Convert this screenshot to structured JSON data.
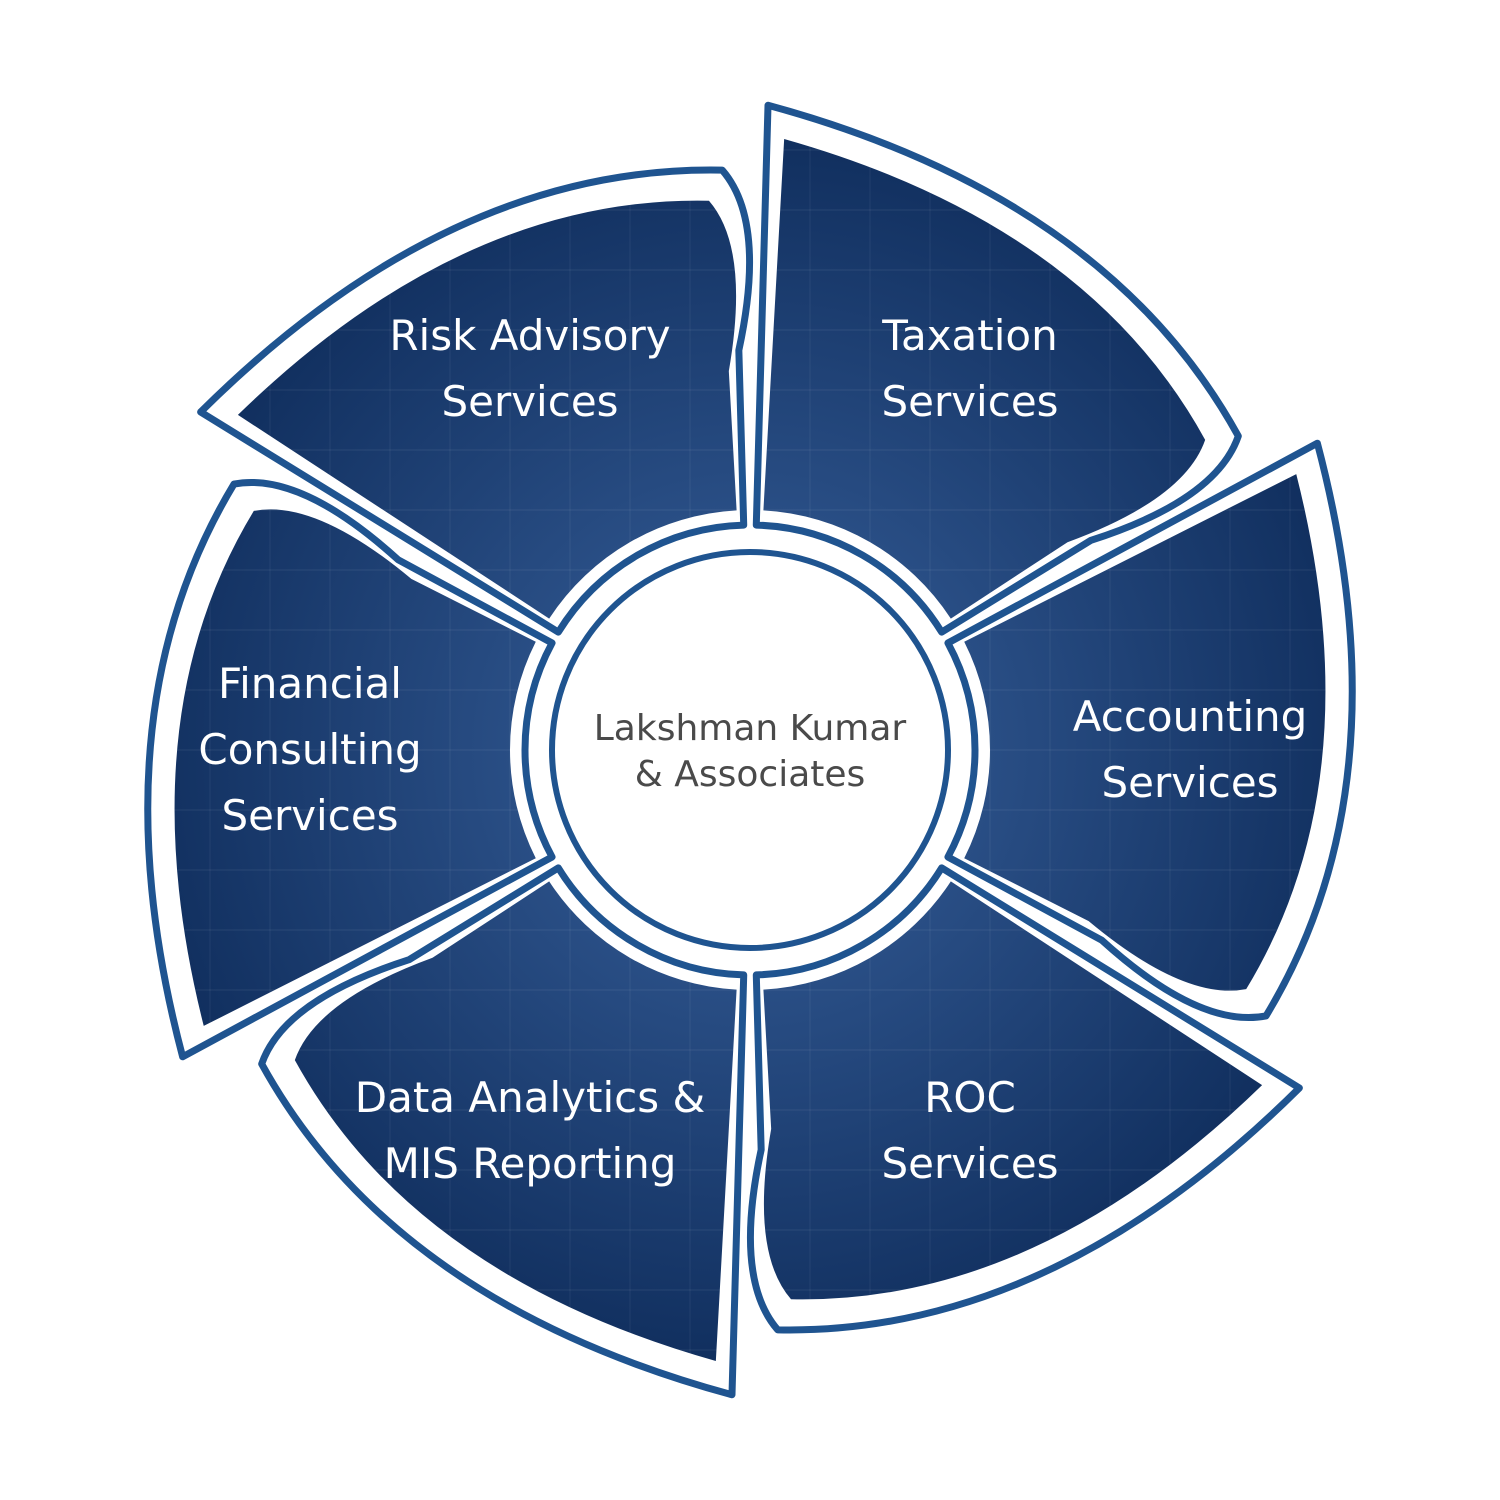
{
  "center": {
    "line1": "Lakshman Kumar",
    "line2": "& Associates"
  },
  "segments": [
    {
      "line1": "Taxation",
      "line2": "Services"
    },
    {
      "line1": "Accounting",
      "line2": "Services"
    },
    {
      "line1": "ROC",
      "line2": "Services"
    },
    {
      "line1": "Data Analytics &",
      "line2": "MIS Reporting"
    },
    {
      "line1": "Financial",
      "line2": "Consulting",
      "line3": "Services"
    },
    {
      "line1": "Risk Advisory",
      "line2": "Services"
    }
  ],
  "colors": {
    "outline": "#1f5490",
    "fill_dark": "#0f2d5c",
    "fill_light": "#2a4f86",
    "label": "#ffffff",
    "center_text": "#4a4a4a",
    "background": "#ffffff"
  }
}
